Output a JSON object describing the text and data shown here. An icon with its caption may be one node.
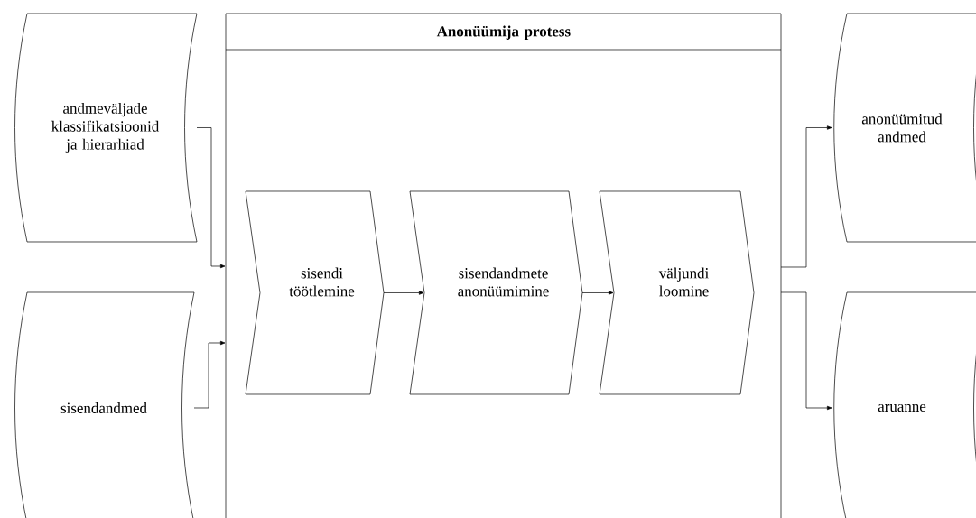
{
  "diagram": {
    "nodes": [
      {
        "text": [
          "andmeväljade klassifikatsioonid ja hierarhiad"
        ]
      },
      {
        "text": [
          "sisendandmed"
        ]
      },
      {
        "text": [
          "Anonüümija protess"
        ]
      },
      {
        "text": [
          "sisendi töötlemine"
        ],
        "in": 2
      },
      {
        "text": [
          "sisendandmete anonüümimine"
        ],
        "in": 2
      },
      {
        "text": [
          "väljundi loomine"
        ],
        "in": 2
      },
      {
        "text": [
          "anonüümitud andmed"
        ]
      },
      {
        "text": [
          "aruanne"
        ]
      }
    ],
    "edges": [
      {
        "from": 0,
        "to": 2,
        "arrow": "to"
      },
      {
        "from": 1,
        "to": 2,
        "arrow": "to"
      },
      {
        "from": 3,
        "to": 4,
        "arrow": "to"
      },
      {
        "from": 4,
        "to": 5,
        "arrow": "to"
      },
      {
        "from": 2,
        "to": 6,
        "arrow": "to"
      },
      {
        "from": 2,
        "to": 7,
        "arrow": "to"
      }
    ]
  }
}
